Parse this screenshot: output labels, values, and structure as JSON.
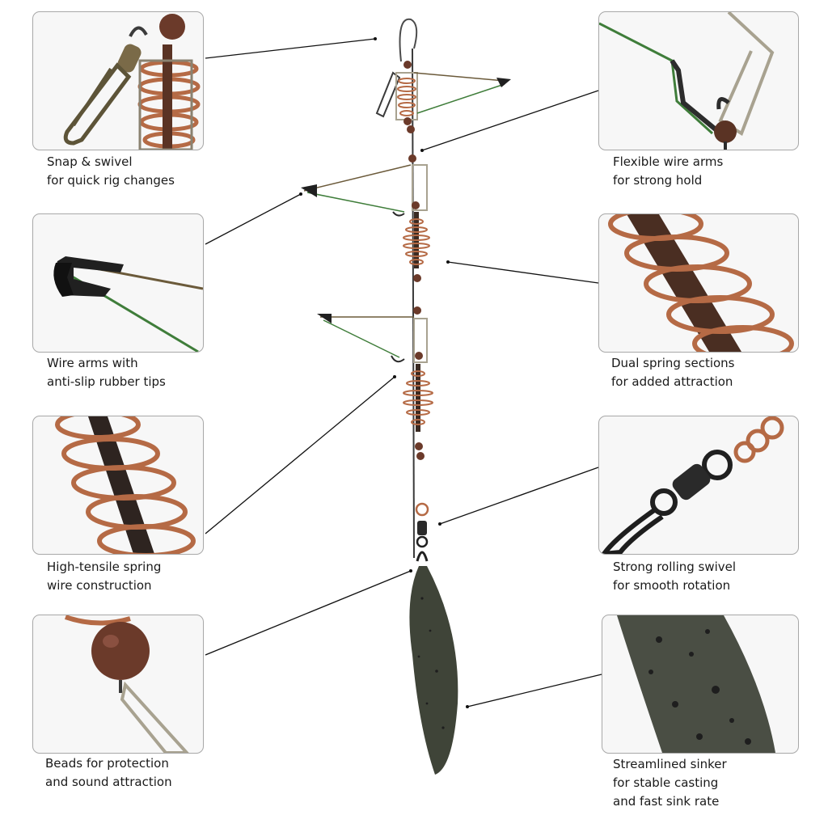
{
  "callouts": [
    {
      "id": "snap-swivel",
      "line1": "Snap & swivel",
      "line2": "for quick rig changes"
    },
    {
      "id": "flexible-arms",
      "line1": "Flexible wire arms",
      "line2": "for strong hold"
    },
    {
      "id": "rubber-tips",
      "line1": "Wire arms with",
      "line2": "anti-slip rubber tips"
    },
    {
      "id": "dual-spring",
      "line1": "Dual spring sections",
      "line2": "for added attraction"
    },
    {
      "id": "spring-wire",
      "line1": "High-tensile spring",
      "line2": "wire construction"
    },
    {
      "id": "rolling-swivel",
      "line1": "Strong rolling swivel",
      "line2": "for smooth rotation"
    },
    {
      "id": "beads",
      "line1": "Beads for protection",
      "line2": "and sound attraction"
    },
    {
      "id": "sinker",
      "line1": "Streamlined sinker",
      "line2": "for stable casting",
      "line3": "and fast sink rate"
    }
  ],
  "colors": {
    "copper": "#b56a45",
    "wire": "#4b4b4b",
    "green_wire": "#3f7d3a",
    "bead": "#6b3a2a",
    "sinker": "#3f4438",
    "rubber": "#202020",
    "brass": "#a8a290"
  }
}
